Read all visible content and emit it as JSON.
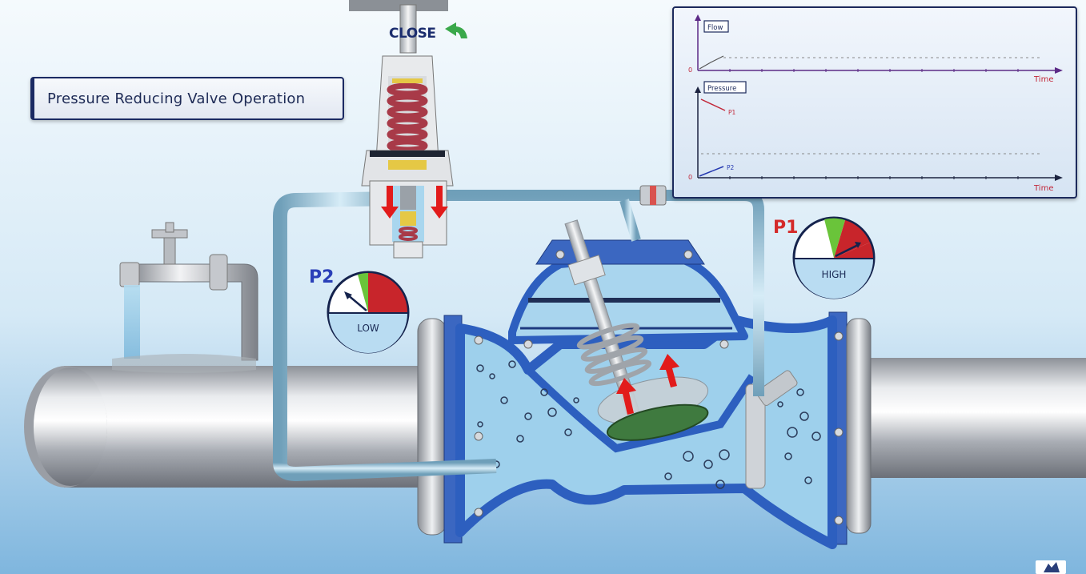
{
  "title": "Pressure Reducing Valve Operation",
  "pilot_action": "CLOSE",
  "graph": {
    "flow_label": "Flow",
    "pressure_label": "Pressure",
    "time_label": "Time",
    "origin_label": "0",
    "p1_series": "P1",
    "p2_series": "P2"
  },
  "gauges": {
    "p1": {
      "label": "P1",
      "state": "HIGH",
      "color": "#d42a2a"
    },
    "p2": {
      "label": "P2",
      "state": "LOW",
      "color": "#2a3fb8"
    }
  },
  "colors": {
    "pipe": "#b8bcc2",
    "valve_body": "#3c6cc8",
    "water": "#9fcbe6",
    "arrow": "#e21b1b",
    "gauge_red": "#c8252b",
    "gauge_green": "#6ac43a",
    "gauge_blue": "#b9dcf2"
  }
}
